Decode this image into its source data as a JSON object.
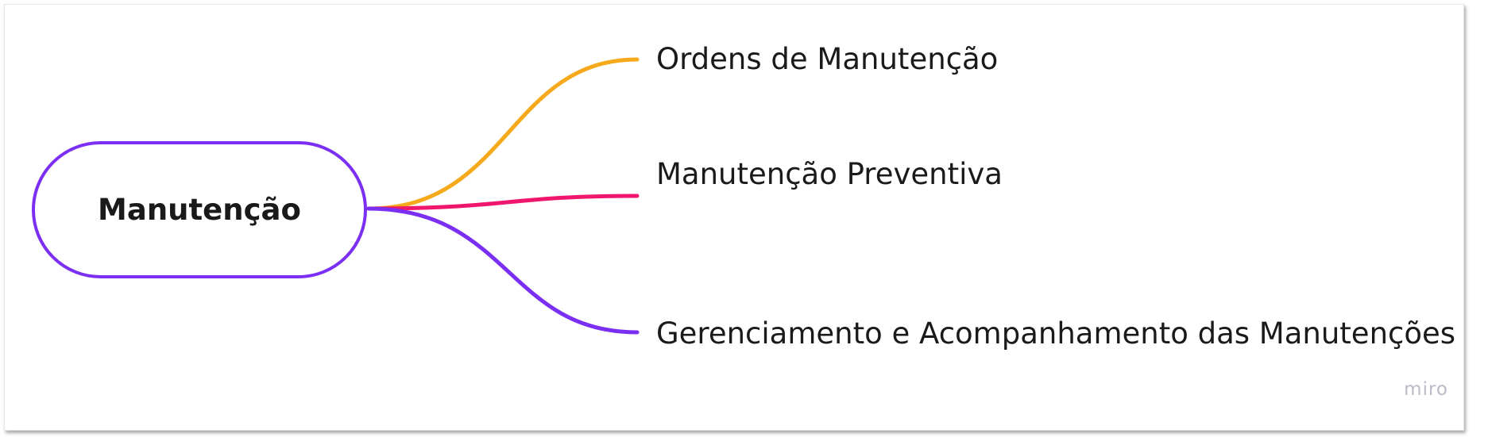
{
  "mindmap": {
    "root": {
      "label": "Manutenção",
      "border_color": "#7b2ff2"
    },
    "branches": [
      {
        "label": "Ordens de Manutenção",
        "color": "#f5a91b"
      },
      {
        "label": "Manutenção Preventiva",
        "color": "#f0166d"
      },
      {
        "label": "Gerenciamento e Acompanhamento das Manutenções",
        "color": "#7b2ff2"
      }
    ]
  },
  "watermark": "miro"
}
